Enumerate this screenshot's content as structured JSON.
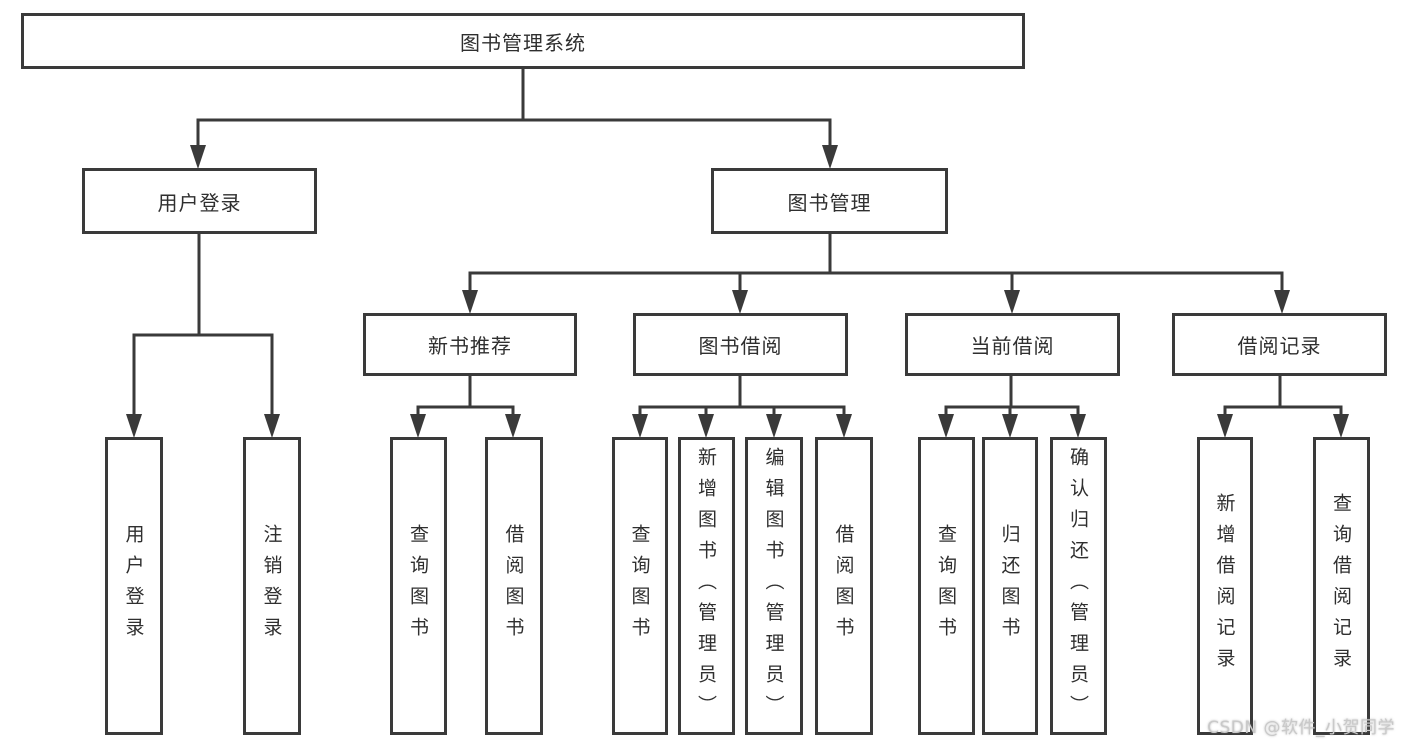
{
  "tree": {
    "label": "图书管理系统",
    "branches": [
      {
        "label": "用户登录",
        "children": [
          {
            "label": "用户登录"
          },
          {
            "label": "注销登录"
          }
        ]
      },
      {
        "label": "图书管理",
        "sections": [
          {
            "label": "新书推荐",
            "children": [
              {
                "label": "查询图书"
              },
              {
                "label": "借阅图书"
              }
            ]
          },
          {
            "label": "图书借阅",
            "children": [
              {
                "label": "查询图书"
              },
              {
                "label": "新增图书（管理员）"
              },
              {
                "label": "编辑图书（管理员）"
              },
              {
                "label": "借阅图书"
              }
            ]
          },
          {
            "label": "当前借阅",
            "children": [
              {
                "label": "查询图书"
              },
              {
                "label": "归还图书"
              },
              {
                "label": "确认归还（管理员）"
              }
            ]
          },
          {
            "label": "借阅记录",
            "children": [
              {
                "label": "新增借阅记录"
              },
              {
                "label": "查询借阅记录"
              }
            ]
          }
        ]
      }
    ]
  },
  "watermark": {
    "text": "CSDN @软件_小贺同学"
  },
  "colors": {
    "line": "#3a3a3a",
    "text": "#2f2f2f",
    "background": "#ffffff",
    "watermark": "#c9c9c9"
  }
}
